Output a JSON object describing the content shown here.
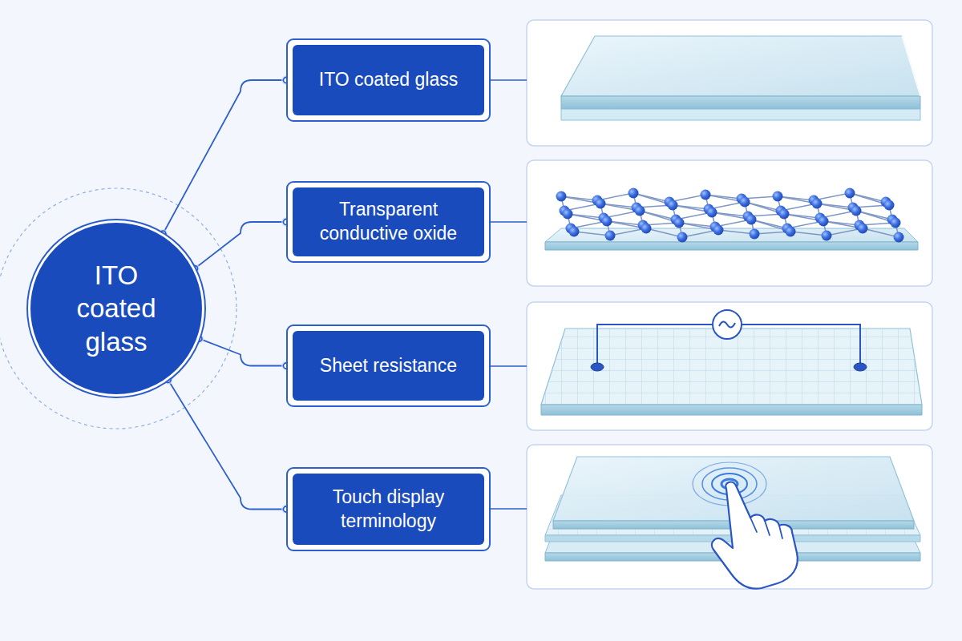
{
  "diagram": {
    "nodes": [
      {
        "text": [
          "ITO coated glass"
        ]
      },
      {
        "text": [
          "ITO coated glass"
        ]
      },
      {
        "text": [
          "Transparent conductive oxide"
        ]
      },
      {
        "text": [
          "Sheet resistance"
        ]
      },
      {
        "text": [
          "Touch display terminology"
        ]
      }
    ],
    "edges": [
      {
        "from": 0,
        "to": 1,
        "arrow": "none"
      },
      {
        "from": 0,
        "to": 2,
        "arrow": "none"
      },
      {
        "from": 0,
        "to": 3,
        "arrow": "none"
      },
      {
        "from": 0,
        "to": 4,
        "arrow": "none"
      }
    ]
  }
}
